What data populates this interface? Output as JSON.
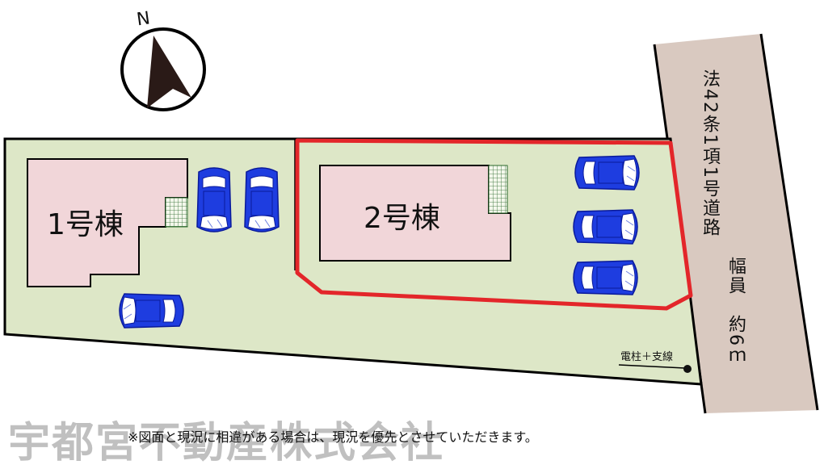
{
  "compass": {
    "north_label": "N",
    "icon": "north-arrow-icon"
  },
  "buildings": {
    "building1_label": "1号棟",
    "building2_label": "2号棟"
  },
  "road": {
    "label_line1": "法42条1項1号道路",
    "label_line2": "幅員　約6ｍ"
  },
  "utility_pole_label": "電柱＋支線",
  "disclaimer": "※図面と現況に相違がある場合は、現況を優先とさせていただきます。",
  "watermark": "宇都宮不動産株式会社",
  "colors": {
    "lot_fill": "#dde7c7",
    "building_fill": "#f1d6d9",
    "road_fill": "#d9c9c0",
    "lot_outline": "#000000",
    "highlight_outline": "#e3262a",
    "car_body": "#1e3de0",
    "car_dark": "#0a1a9a"
  }
}
